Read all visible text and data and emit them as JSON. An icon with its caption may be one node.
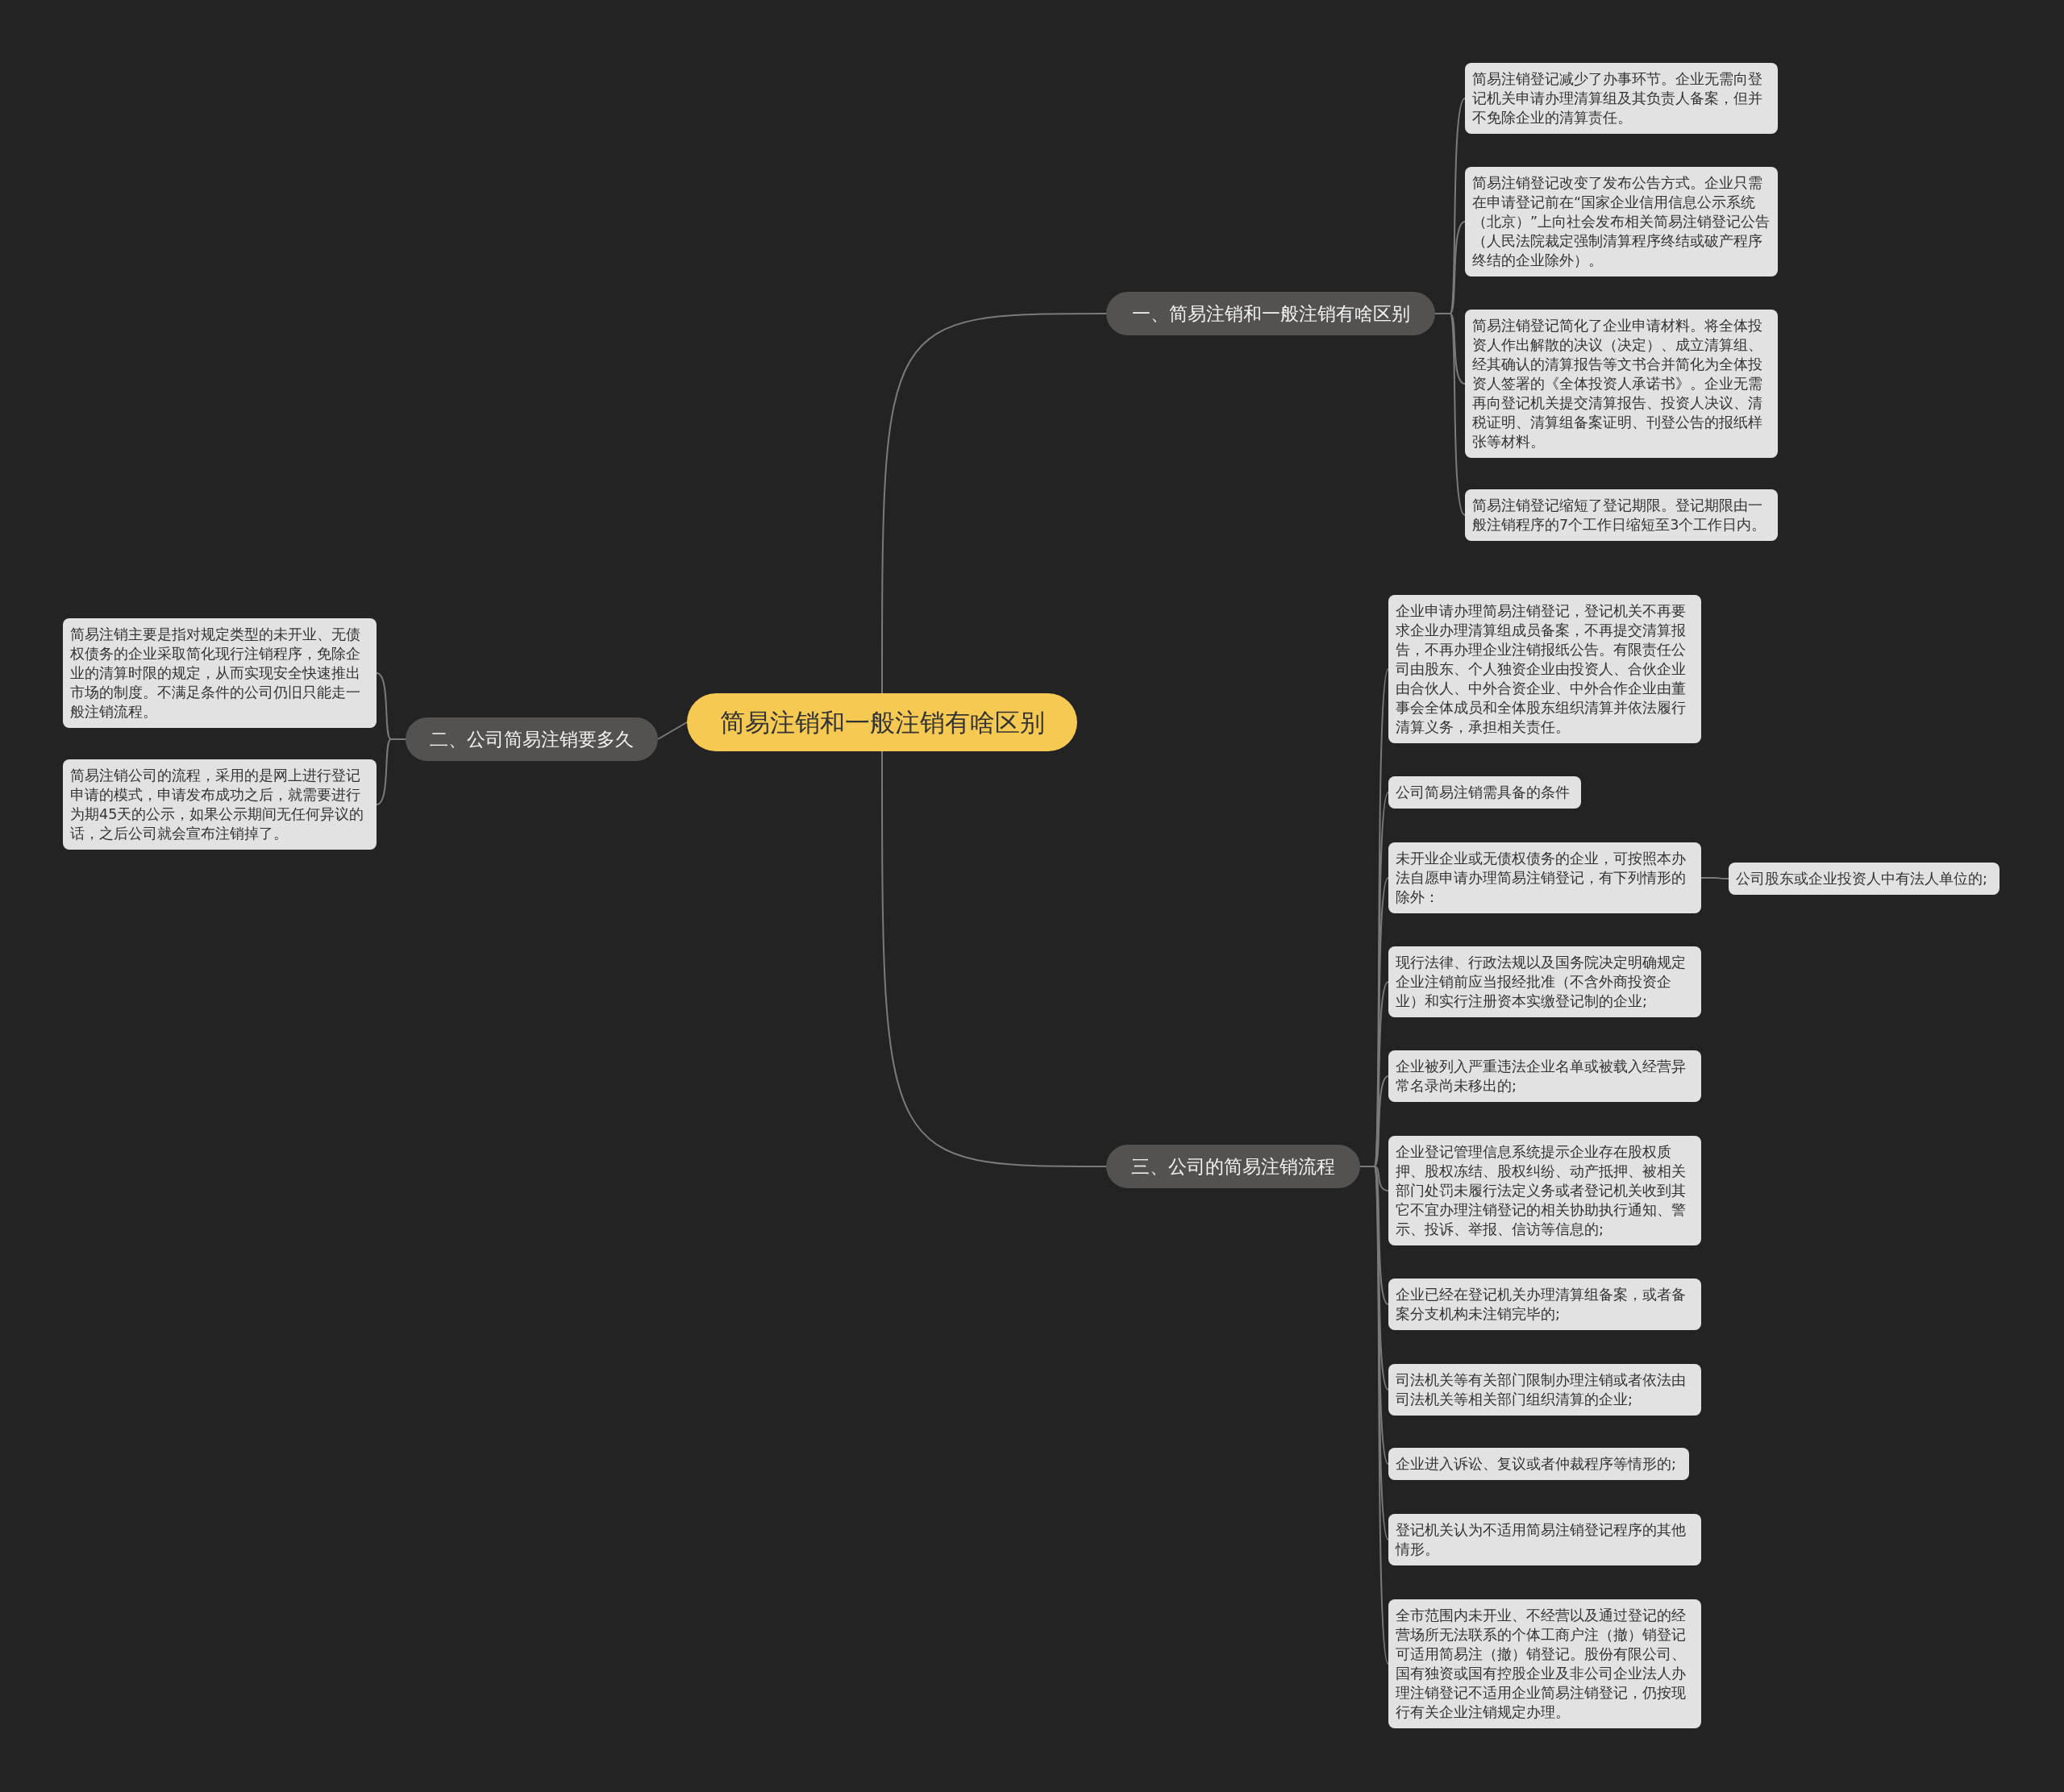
{
  "diagram": {
    "nodes": [
      {
        "text": [
          "简易注销和一般注销有啥区别"
        ]
      },
      {
        "text": [
          "一、简易注销和一般注销有啥区别"
        ]
      },
      {
        "text": [
          "简易注销登记减少了办事环节。企业无需向登记机关申请办理清算组及其负责人备案，但并不免除企业的清算责任。"
        ]
      },
      {
        "text": [
          "简易注销登记改变了发布公告方式。企业只需在申请登记前在“国家企业信用信息公示系统（北京）”上向社会发布相关简易注销登记公告（人民法院裁定强制清算程序终结或破产程序终结的企业除外）。"
        ]
      },
      {
        "text": [
          "简易注销登记简化了企业申请材料。将全体投资人作出解散的决议（决定）、成立清算组、经其确认的清算报告等文书合并简化为全体投资人签署的《全体投资人承诺书》。企业无需再向登记机关提交清算报告、投资人决议、清税证明、清算组备案证明、刊登公告的报纸样张等材料。"
        ]
      },
      {
        "text": [
          "简易注销登记缩短了登记期限。登记期限由一般注销程序的7个工作日缩短至3个工作日内。"
        ]
      },
      {
        "text": [
          "二、公司简易注销要多久"
        ]
      },
      {
        "text": [
          "简易注销主要是指对规定类型的未开业、无债权债务的企业采取简化现行注销程序，免除企业的清算时限的规定，从而实现安全快速推出市场的制度。不满足条件的公司仍旧只能走一般注销流程。"
        ]
      },
      {
        "text": [
          "简易注销公司的流程，采用的是网上进行登记申请的模式，申请发布成功之后，就需要进行为期45天的公示，如果公示期间无任何异议的话，之后公司就会宣布注销掉了。"
        ]
      },
      {
        "text": [
          "三、公司的简易注销流程"
        ]
      },
      {
        "text": [
          "企业申请办理简易注销登记，登记机关不再要求企业办理清算组成员备案，不再提交清算报告，不再办理企业注销报纸公告。有限责任公司由股东、个人独资企业由投资人、合伙企业由合伙人、中外合资企业、中外合作企业由董事会全体成员和全体股东组织清算并依法履行清算义务，承担相关责任。"
        ]
      },
      {
        "text": [
          "公司简易注销需具备的条件"
        ]
      },
      {
        "text": [
          "未开业企业或无债权债务的企业，可按照本办法自愿申请办理简易注销登记，有下列情形的除外："
        ]
      },
      {
        "text": [
          "公司股东或企业投资人中有法人单位的;"
        ]
      },
      {
        "text": [
          "现行法律、行政法规以及国务院决定明确规定企业注销前应当报经批准（不含外商投资企业）和实行注册资本实缴登记制的企业;"
        ]
      },
      {
        "text": [
          "企业被列入严重违法企业名单或被载入经营异常名录尚未移出的;"
        ]
      },
      {
        "text": [
          "企业登记管理信息系统提示企业存在股权质押、股权冻结、股权纠纷、动产抵押、被相关部门处罚未履行法定义务或者登记机关收到其它不宜办理注销登记的相关协助执行通知、警示、投诉、举报、信访等信息的;"
        ]
      },
      {
        "text": [
          "企业已经在登记机关办理清算组备案，或者备案分支机构未注销完毕的;"
        ]
      },
      {
        "text": [
          "司法机关等有关部门限制办理注销或者依法由司法机关等相关部门组织清算的企业;"
        ]
      },
      {
        "text": [
          "企业进入诉讼、复议或者仲裁程序等情形的;"
        ]
      },
      {
        "text": [
          "登记机关认为不适用简易注销登记程序的其他情形。"
        ]
      },
      {
        "text": [
          "全市范围内未开业、不经营以及通过登记的经营场所无法联系的个体工商户注（撤）销登记可适用简易注（撤）销登记。股份有限公司、国有独资或国有控股企业及非公司企业法人办理注销登记不适用企业简易注销登记，仍按现行有关企业注销规定办理。"
        ]
      }
    ],
    "edges": [
      {
        "from": 0,
        "to": 1,
        "arrow": "none"
      },
      {
        "from": 1,
        "to": 2,
        "arrow": "none"
      },
      {
        "from": 1,
        "to": 3,
        "arrow": "none"
      },
      {
        "from": 1,
        "to": 4,
        "arrow": "none"
      },
      {
        "from": 1,
        "to": 5,
        "arrow": "none"
      },
      {
        "from": 0,
        "to": 6,
        "arrow": "none"
      },
      {
        "from": 6,
        "to": 7,
        "arrow": "none"
      },
      {
        "from": 6,
        "to": 8,
        "arrow": "none"
      },
      {
        "from": 0,
        "to": 9,
        "arrow": "none"
      },
      {
        "from": 9,
        "to": 10,
        "arrow": "none"
      },
      {
        "from": 9,
        "to": 11,
        "arrow": "none"
      },
      {
        "from": 9,
        "to": 12,
        "arrow": "none"
      },
      {
        "from": 12,
        "to": 13,
        "arrow": "none"
      },
      {
        "from": 9,
        "to": 14,
        "arrow": "none"
      },
      {
        "from": 9,
        "to": 15,
        "arrow": "none"
      },
      {
        "from": 9,
        "to": 16,
        "arrow": "none"
      },
      {
        "from": 9,
        "to": 17,
        "arrow": "none"
      },
      {
        "from": 9,
        "to": 18,
        "arrow": "none"
      },
      {
        "from": 9,
        "to": 19,
        "arrow": "none"
      },
      {
        "from": 9,
        "to": 20,
        "arrow": "none"
      },
      {
        "from": 9,
        "to": 21,
        "arrow": "none"
      }
    ]
  }
}
